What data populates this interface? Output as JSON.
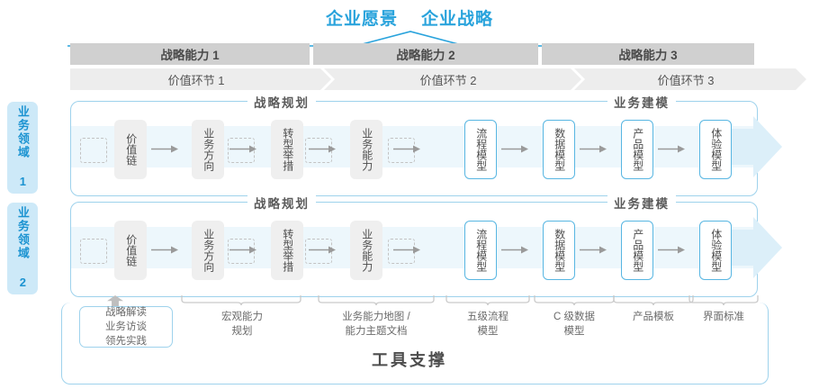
{
  "header": {
    "titles": [
      "企业愿景",
      "企业战略"
    ],
    "accent": "#29A3DC"
  },
  "capability_bars": {
    "items": [
      {
        "label": "战略能力 1"
      },
      {
        "label": "战略能力 2"
      },
      {
        "label": "战略能力 3"
      }
    ],
    "bg": "#D0D0D0"
  },
  "value_chain_bars": {
    "items": [
      {
        "label": "价值环节 1"
      },
      {
        "label": "价值环节 2"
      },
      {
        "label": "价值环节 3"
      }
    ],
    "bg": "#EDEDED"
  },
  "domains": [
    {
      "tag": "业务领域 1",
      "sections": [
        {
          "caption": "战略规划"
        },
        {
          "caption": "业务建模"
        }
      ],
      "nodes": [
        {
          "label": "价值链",
          "style": "grey"
        },
        {
          "label": "业务方向",
          "style": "grey"
        },
        {
          "label": "转型举措",
          "style": "grey"
        },
        {
          "label": "业务能力",
          "style": "grey"
        },
        {
          "label": "流程模型",
          "style": "blue"
        },
        {
          "label": "数据模型",
          "style": "blue"
        },
        {
          "label": "产品模型",
          "style": "blue"
        },
        {
          "label": "体验模型",
          "style": "blue"
        }
      ]
    },
    {
      "tag": "业务领域 2",
      "sections": [
        {
          "caption": "战略规划"
        },
        {
          "caption": "业务建模"
        }
      ],
      "nodes": [
        {
          "label": "价值链",
          "style": "grey"
        },
        {
          "label": "业务方向",
          "style": "grey"
        },
        {
          "label": "转型举措",
          "style": "grey"
        },
        {
          "label": "业务能力",
          "style": "grey"
        },
        {
          "label": "流程模型",
          "style": "blue"
        },
        {
          "label": "数据模型",
          "style": "blue"
        },
        {
          "label": "产品模型",
          "style": "blue"
        },
        {
          "label": "体验模型",
          "style": "blue"
        }
      ]
    }
  ],
  "tools": {
    "boxed": {
      "lines": [
        "战略解读",
        "业务访谈",
        "领先实践"
      ]
    },
    "items": [
      {
        "lines": [
          "宏观能力",
          "规划"
        ]
      },
      {
        "lines": [
          "业务能力地图 /",
          "能力主题文档"
        ]
      },
      {
        "lines": [
          "五级流程",
          "模型"
        ]
      },
      {
        "lines": [
          "C 级数据",
          "模型"
        ]
      },
      {
        "lines": [
          "产品模板"
        ]
      },
      {
        "lines": [
          "界面标准"
        ]
      }
    ]
  },
  "footer": {
    "title": "工具支撑"
  }
}
